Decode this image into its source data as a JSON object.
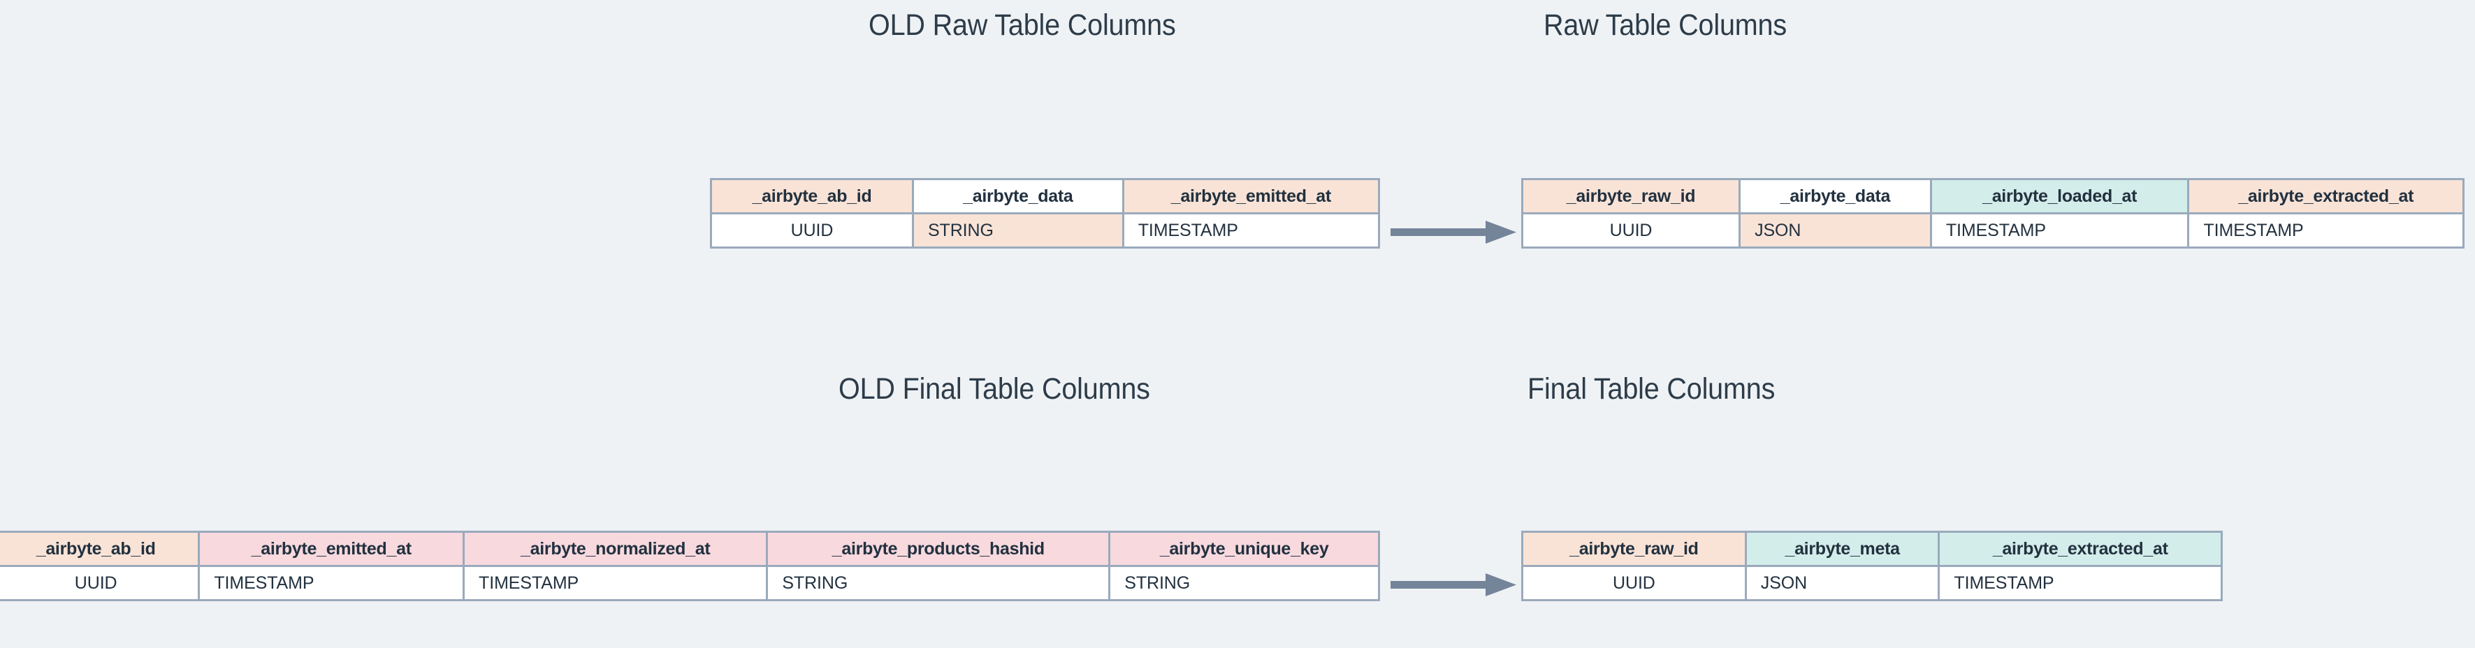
{
  "page": {
    "background_color": "#eff2f5",
    "text_color": "#2d3c49",
    "border_color": "#9aaabc",
    "arrow_color": "#748499"
  },
  "palette": {
    "peach": "#f9e3d7",
    "teal": "#d3edea",
    "pink": "#f7d9de",
    "white": "#ffffff"
  },
  "titles": {
    "old_raw": "OLD Raw Table Columns",
    "raw": "Raw Table Columns",
    "old_final": "OLD Final Table Columns",
    "final": "Final Table Columns"
  },
  "arrows": {
    "raw_arrow": "arrow-right",
    "final_arrow": "arrow-right"
  },
  "tables": {
    "old_raw": {
      "title": "OLD Raw Table Columns",
      "columns": [
        {
          "name": "_airbyte_ab_id",
          "type": "UUID",
          "header_color": "peach",
          "cell_color": "white"
        },
        {
          "name": "_airbyte_data",
          "type": "STRING",
          "header_color": "white",
          "cell_color": "peach"
        },
        {
          "name": "_airbyte_emitted_at",
          "type": "TIMESTAMP",
          "header_color": "peach",
          "cell_color": "white"
        }
      ]
    },
    "raw": {
      "title": "Raw Table Columns",
      "columns": [
        {
          "name": "_airbyte_raw_id",
          "type": "UUID",
          "header_color": "peach",
          "cell_color": "white"
        },
        {
          "name": "_airbyte_data",
          "type": "JSON",
          "header_color": "white",
          "cell_color": "peach"
        },
        {
          "name": "_airbyte_loaded_at",
          "type": "TIMESTAMP",
          "header_color": "teal",
          "cell_color": "white"
        },
        {
          "name": "_airbyte_extracted_at",
          "type": "TIMESTAMP",
          "header_color": "peach",
          "cell_color": "white"
        }
      ]
    },
    "old_final": {
      "title": "OLD Final Table Columns",
      "columns": [
        {
          "name": "_airbyte_ab_id",
          "type": "UUID",
          "header_color": "peach",
          "cell_color": "white"
        },
        {
          "name": "_airbyte_emitted_at",
          "type": "TIMESTAMP",
          "header_color": "pink",
          "cell_color": "white"
        },
        {
          "name": "_airbyte_normalized_at",
          "type": "TIMESTAMP",
          "header_color": "pink",
          "cell_color": "white"
        },
        {
          "name": "_airbyte_products_hashid",
          "type": "STRING",
          "header_color": "pink",
          "cell_color": "white"
        },
        {
          "name": "_airbyte_unique_key",
          "type": "STRING",
          "header_color": "pink",
          "cell_color": "white"
        }
      ]
    },
    "final": {
      "title": "Final Table Columns",
      "columns": [
        {
          "name": "_airbyte_raw_id",
          "type": "UUID",
          "header_color": "peach",
          "cell_color": "white"
        },
        {
          "name": "_airbyte_meta",
          "type": "JSON",
          "header_color": "teal",
          "cell_color": "white"
        },
        {
          "name": "_airbyte_extracted_at",
          "type": "TIMESTAMP",
          "header_color": "teal",
          "cell_color": "white"
        }
      ]
    }
  }
}
